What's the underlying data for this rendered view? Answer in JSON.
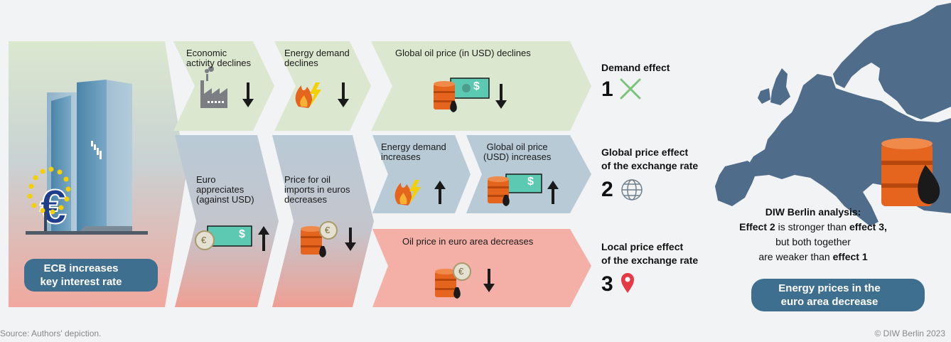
{
  "ecb": {
    "label": "ECB increases\nkey interest rate"
  },
  "row1": {
    "economic_activity": "Economic\n    activity declines",
    "energy_demand": "Energy demand\ndeclines",
    "oil_price": "Global oil price (in USD) declines"
  },
  "row2": {
    "euro": "Euro\nappreciates\n(against USD)",
    "price_oil_imports": "Price for oil\nimports in euros\ndecreases",
    "energy_demand": "Energy demand\nincreases",
    "oil_price": "Global oil price\n(USD) increases",
    "euro_area_price": "Oil price in euro area decreases"
  },
  "money_symbol": "$",
  "euro_symbol": "€",
  "effects": [
    {
      "title": "Demand effect",
      "number": "1"
    },
    {
      "title": "Global price effect\nof the exchange rate",
      "number": "2"
    },
    {
      "title": "Local price effect\nof the exchange rate",
      "number": "3"
    }
  ],
  "analysis": {
    "heading": "DIW Berlin analysis:",
    "effect2": "Effect 2",
    "mid1": " is stronger than ",
    "effect3": "effect 3,",
    "line3": "but both together",
    "line4_prefix": "are weaker than ",
    "effect1": "effect 1"
  },
  "energy_pill": "Energy prices in the\neuro area decrease",
  "source": "Source: Authors' depiction.",
  "copyright": "© DIW Berlin 2023",
  "colors": {
    "green": "#dbe8cf",
    "blue": "#b7cad6",
    "pink": "#f4b0a7",
    "pill": "#3f6f8f",
    "oil": "#e5651e",
    "map": "#4f6d8a"
  }
}
